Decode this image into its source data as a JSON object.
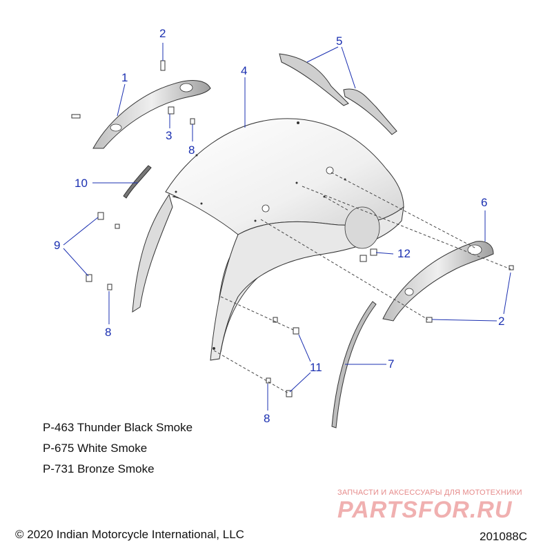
{
  "callouts": {
    "c1": "1",
    "c2a": "2",
    "c2b": "2",
    "c3": "3",
    "c4": "4",
    "c5": "5",
    "c6": "6",
    "c7": "7",
    "c8a": "8",
    "c8b": "8",
    "c8c": "8",
    "c9": "9",
    "c10": "10",
    "c11": "11",
    "c12": "12"
  },
  "legend": [
    "P-463 Thunder Black Smoke",
    "P-675 White Smoke",
    "P-731 Bronze Smoke"
  ],
  "watermark": {
    "tagline": "ЗАПЧАСТИ И АКСЕССУАРЫ ДЛЯ МОТОТЕХНИКИ",
    "logo": "PARTSFOR.RU"
  },
  "footer": {
    "copyright": "© 2020 Indian Motorcycle International, LLC",
    "figure_id": "201088C"
  },
  "colors": {
    "callout": "#1a2fb0",
    "line": "#333333",
    "part_fill": "#f2f2f2",
    "shadow": "#bdbdbd"
  }
}
